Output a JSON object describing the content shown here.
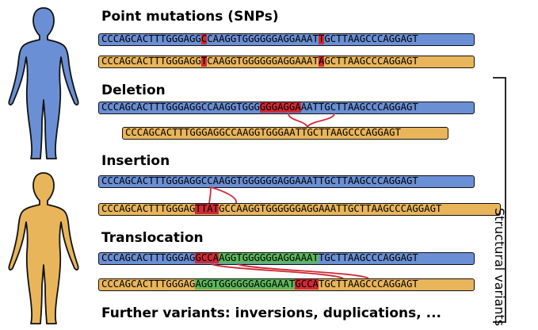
{
  "headings": {
    "snp": "Point mutations (SNPs)",
    "deletion": "Deletion",
    "insertion": "Insertion",
    "translocation": "Translocation",
    "further": "Further variants: inversions, duplications, ..."
  },
  "structural_label": "Structural variants",
  "colors": {
    "blue": "#6b8fd4",
    "orange": "#e8b55a",
    "red": "#cf2a35",
    "green": "#5cb85c",
    "link": "#cf2a35"
  },
  "figures": [
    "human-figure-blue",
    "human-figure-orange"
  ],
  "sequences": {
    "snp_ref": [
      {
        "t": "CCCAGCACTTTGGGAGG"
      },
      {
        "t": "C",
        "c": "red"
      },
      {
        "t": "CAAGGTGGGGGGAGGAAAT"
      },
      {
        "t": "T",
        "c": "red"
      },
      {
        "t": "GCTTAAGCCCAGGAGT"
      }
    ],
    "snp_alt": [
      {
        "t": "CCCAGCACTTTGGGAGG"
      },
      {
        "t": "T",
        "c": "red"
      },
      {
        "t": "CAAGGTGGGGGGAGGAAAT"
      },
      {
        "t": "A",
        "c": "red"
      },
      {
        "t": "GCTTAAGCCCAGGAGT"
      }
    ],
    "del_ref": [
      {
        "t": "CCCAGCACTTTGGGAGGCCAAGGTGGG"
      },
      {
        "t": "GGGAGGA",
        "c": "red"
      },
      {
        "t": "AATTGCTTAAGCCCAGGAGT"
      }
    ],
    "del_alt": [
      {
        "t": "CCCAGCACTTTGGGAGGCCAAGGTGGGAATTGCTTAAGCCCAGGAGT"
      }
    ],
    "ins_ref": [
      {
        "t": "CCCAGCACTTTGGGAGGCCAAGGTGGGGGGAGGAAATTGCTTAAGCCCAGGAGT"
      }
    ],
    "ins_alt": [
      {
        "t": "CCCAGCACTTTGGGAG"
      },
      {
        "t": "TTAT",
        "c": "red"
      },
      {
        "t": "GCCAAGGTGGGGGGAGGAAATTGCTTAAGCCCAGGAGT"
      }
    ],
    "trans_ref": [
      {
        "t": "CCCAGCACTTTGGGAG"
      },
      {
        "t": "GCCA",
        "c": "red"
      },
      {
        "t": "AGGTGGGGGGAGGAAAT",
        "c": "green"
      },
      {
        "t": "TGCTTAAGCCCAGGAGT"
      }
    ],
    "trans_alt": [
      {
        "t": "CCCAGCACTTTGGGAG"
      },
      {
        "t": "AGGTGGGGGGAGGAAAT",
        "c": "green"
      },
      {
        "t": "GCCA",
        "c": "red"
      },
      {
        "t": "TGCTTAAGCCCAGGAGT"
      }
    ]
  }
}
